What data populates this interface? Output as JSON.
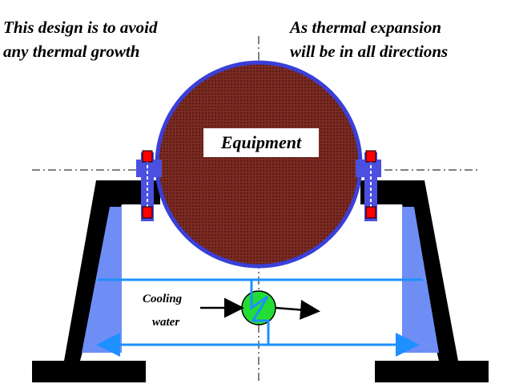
{
  "notes": {
    "left": [
      "This design is to avoid",
      "any thermal growth"
    ],
    "right": [
      "As thermal expansion",
      "will be in all directions"
    ]
  },
  "labels": {
    "equipment": "Equipment",
    "cooling": "Cooling",
    "water": "water"
  },
  "colors": {
    "vessel_fill": "#7a2b22",
    "vessel_outline": "#3a3fd8",
    "support": "#000000",
    "gusset": "#6e8ef5",
    "cooling_line": "#1e90ff",
    "exchanger": "#22dd33",
    "bolt": "#ff0000",
    "flange": "#4b50e0"
  }
}
